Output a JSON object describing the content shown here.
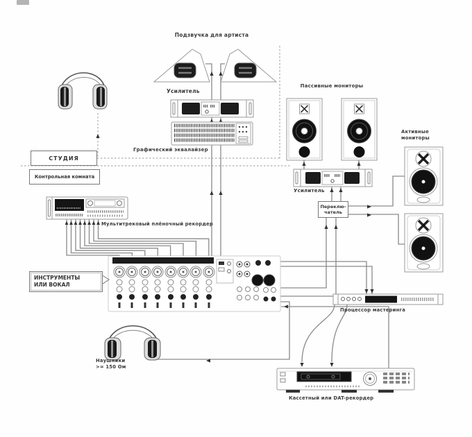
{
  "diagram": {
    "type": "audio-studio-hookup-diagram",
    "labels": {
      "foldback": "Подзвучка для артиста",
      "amplifier_top": "Усилитель",
      "equalizer": "Графический эквалайзер",
      "studio": "СТУДИЯ",
      "control_room": "Контрольная комната",
      "passive_monitors": "Пассивные мониторы",
      "active_monitors": "Активные мониторы",
      "amplifier_right": "Усилитель",
      "switcher_line1": "Переклю-",
      "switcher_line2": "чатель",
      "multitrack": "Мультитрековый плёночный рекордер",
      "instruments_line1": "ИНСТРУМЕНТЫ",
      "instruments_line2": "ИЛИ ВОКАЛ",
      "headphones_line1": "Наушники",
      "headphones_line2": ">= 150 Ом",
      "mastering_processor": "Процессор мастеринга",
      "dat_recorder": "Кассетный или DAT-рекордер"
    },
    "colors": {
      "wire": "#8a8a8a",
      "dashed_boundary": "#999999",
      "device_border": "#999999",
      "device_dark": "#1c1c1c",
      "text": "#3a3a3a",
      "background": "#fefefe"
    },
    "channel_count": 8
  }
}
